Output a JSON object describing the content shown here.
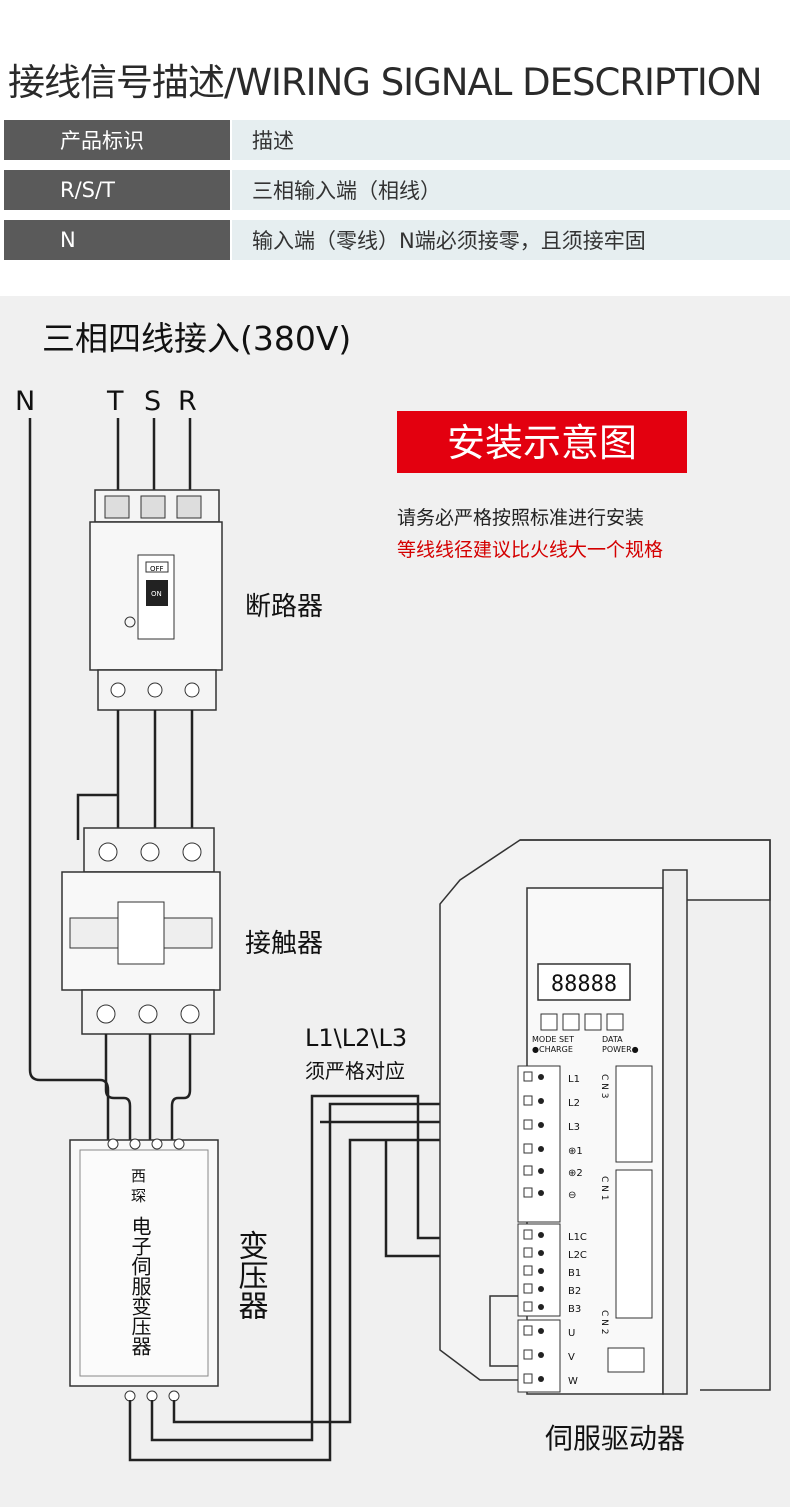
{
  "page": {
    "title": "接线信号描述/WIRING SIGNAL DESCRIPTION"
  },
  "spec_table": {
    "rows": [
      {
        "key": "产品标识",
        "value": "描述"
      },
      {
        "key": "R/S/T",
        "value": "三相输入端（相线）"
      },
      {
        "key": "N",
        "value": "输入端（零线）N端必须接零，且须接牢固"
      }
    ]
  },
  "diagram": {
    "heading": "三相四线接入(380V)",
    "terminals": {
      "n": "N",
      "t": "T",
      "s": "S",
      "r": "R"
    },
    "banner": "安装示意图",
    "note_line1": "请务必严格按照标准进行安装",
    "note_line2": "等线线径建议比火线大一个规格",
    "breaker_label": "断路器",
    "breaker_off": "OFF",
    "breaker_on": "ON",
    "contactor_label": "接触器",
    "transformer_label": "变压器",
    "transformer_brand": "西 琛",
    "transformer_text": "电子伺服变压器",
    "l123_label": "L1\\L2\\L3",
    "l123_note": "须严格对应",
    "wire_l1": "L1",
    "wire_l2": "L2",
    "wire_l3": "L3",
    "driver_label": "伺服驱动器",
    "driver_display": "88888",
    "driver_mode_set": "MODE SET",
    "driver_data": "DATA",
    "driver_charge": "●CHARGE",
    "driver_power": "POWER●",
    "driver_terms": [
      "L1",
      "L2",
      "L3",
      "⊕1",
      "⊕2",
      "⊖",
      "L1C",
      "L2C",
      "B1",
      "B2",
      "B3",
      "U",
      "V",
      "W"
    ],
    "cn3": "C N 3",
    "cn1": "C N 1",
    "cn2": "C N 2"
  },
  "colors": {
    "banner_bg": "#e3000f",
    "note_red": "#d40000",
    "table_key_bg": "#5a5a5a",
    "table_val_bg": "#e6eef0"
  }
}
